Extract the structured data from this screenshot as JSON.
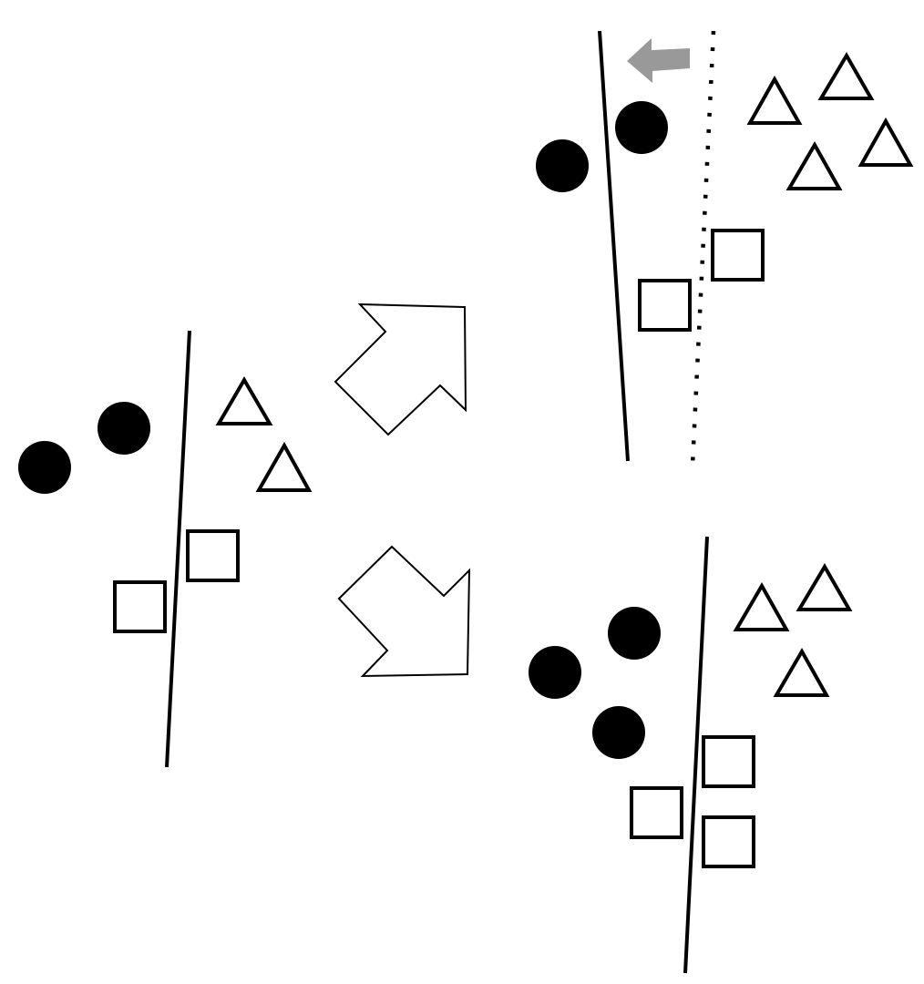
{
  "colors": {
    "background": "#ffffff",
    "stroke": "#000000",
    "fill_circle": "#000000",
    "fill_open": "#ffffff",
    "shift_arrow": "#999999"
  },
  "panels": {
    "initial": {
      "circles": 2,
      "triangles": 2,
      "squares": 2,
      "boundary": "solid"
    },
    "upper_result": {
      "circles": 2,
      "triangles": 4,
      "squares": 2,
      "boundary": "solid",
      "previous_boundary": "dotted",
      "shift_indicator": "arrow-left"
    },
    "lower_result": {
      "circles": 3,
      "triangles": 3,
      "squares": 3,
      "boundary": "solid"
    }
  },
  "transitions": [
    {
      "from": "initial",
      "to": "upper_result",
      "icon": "arrow-up-right-icon"
    },
    {
      "from": "initial",
      "to": "lower_result",
      "icon": "arrow-down-right-icon"
    }
  ]
}
